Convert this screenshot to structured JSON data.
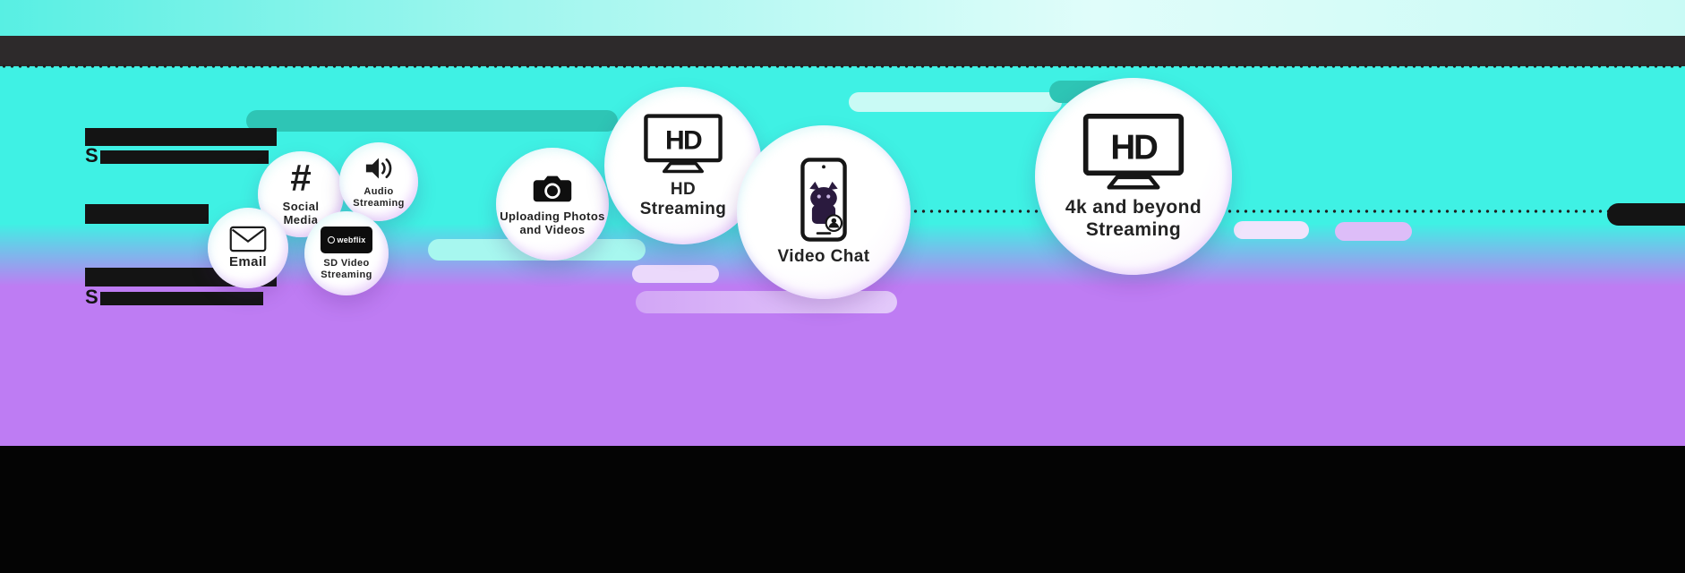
{
  "scene": {
    "description": "Internet speed activities bubble infographic"
  },
  "redacted_text": {
    "block1": {
      "prefix": "S"
    },
    "block3": {
      "prefix": "S"
    }
  },
  "bubbles": {
    "email": {
      "label": "Email"
    },
    "social": {
      "label": "Social\nMedia",
      "icon_glyph": "#"
    },
    "audio": {
      "label": "Audio\nStreaming"
    },
    "sd": {
      "label": "SD Video\nStreaming",
      "brand": "webflix"
    },
    "upload": {
      "label": "Uploading Photos\nand Videos"
    },
    "hd": {
      "label": "HD\nStreaming",
      "screen_text": "HD"
    },
    "video": {
      "label": "Video Chat"
    },
    "fourk": {
      "label": "4k and beyond\nStreaming",
      "screen_text": "HD"
    }
  },
  "colors": {
    "turquoise": "#3FF1E4",
    "purple": "#BE7CF3",
    "dark_band": "#2D2A2B",
    "black": "#040404",
    "pill_dark_teal": "#2EC5B5",
    "pill_pale_cyan": "#C9FAF5",
    "pill_light_cyan": "#A7F7EF",
    "pill_pale_lavender": "#EBD9FB",
    "pill_lavender": "#D2A6F6"
  }
}
